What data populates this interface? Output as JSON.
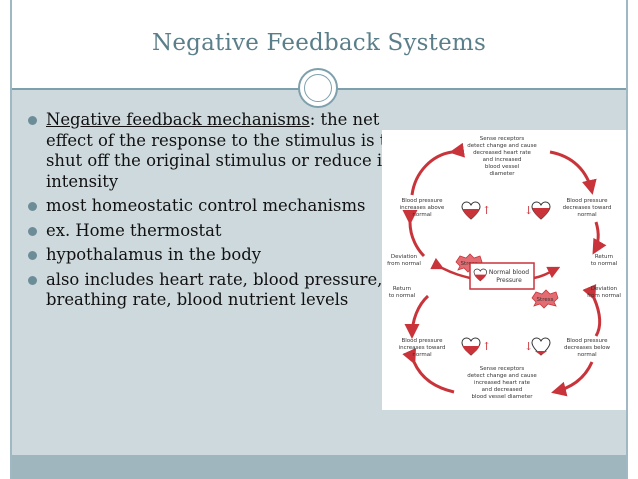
{
  "slide": {
    "title": "Negative Feedback Systems",
    "accent_color": "#7ea0ad",
    "title_color": "#5b7f8a",
    "content_bg": "#ced9dd"
  },
  "bullets": [
    {
      "term": "Negative feedback mechanisms",
      "text": ": the net effect of the response to the stimulus is to shut off the original stimulus or reduce its intensity"
    },
    {
      "text": "most homeostatic control mechanisms"
    },
    {
      "text": "ex. Home thermostat"
    },
    {
      "text": "hypothalamus in the body"
    },
    {
      "text": "also includes heart rate, blood pressure, breathing rate, blood nutrient levels"
    }
  ],
  "diagram": {
    "top_receptor": [
      "Sense receptors",
      "detect change and cause",
      "decreased heart rate",
      "and increased",
      "blood vessel",
      "diameter"
    ],
    "bp_above": [
      "Blood pressure",
      "increases above",
      "normal"
    ],
    "bp_decreases_normal": [
      "Blood pressure",
      "decreases toward",
      "normal"
    ],
    "deviation_left": [
      "Deviation",
      "from normal"
    ],
    "return_right": [
      "Return",
      "to normal"
    ],
    "stress": "Stress",
    "center": [
      "Normal blood",
      "Pressure"
    ],
    "return_left": [
      "Return",
      "to normal"
    ],
    "deviation_right": [
      "Deviation",
      "from normal"
    ],
    "bp_increases_normal": [
      "Blood pressure",
      "increases toward",
      "normal"
    ],
    "bp_below": [
      "Blood pressure",
      "decreases below",
      "normal"
    ],
    "bottom_receptor": [
      "Sense receptors",
      "detect change and cause",
      "increased heart rate",
      "and decreased",
      "blood vessel diameter"
    ]
  }
}
